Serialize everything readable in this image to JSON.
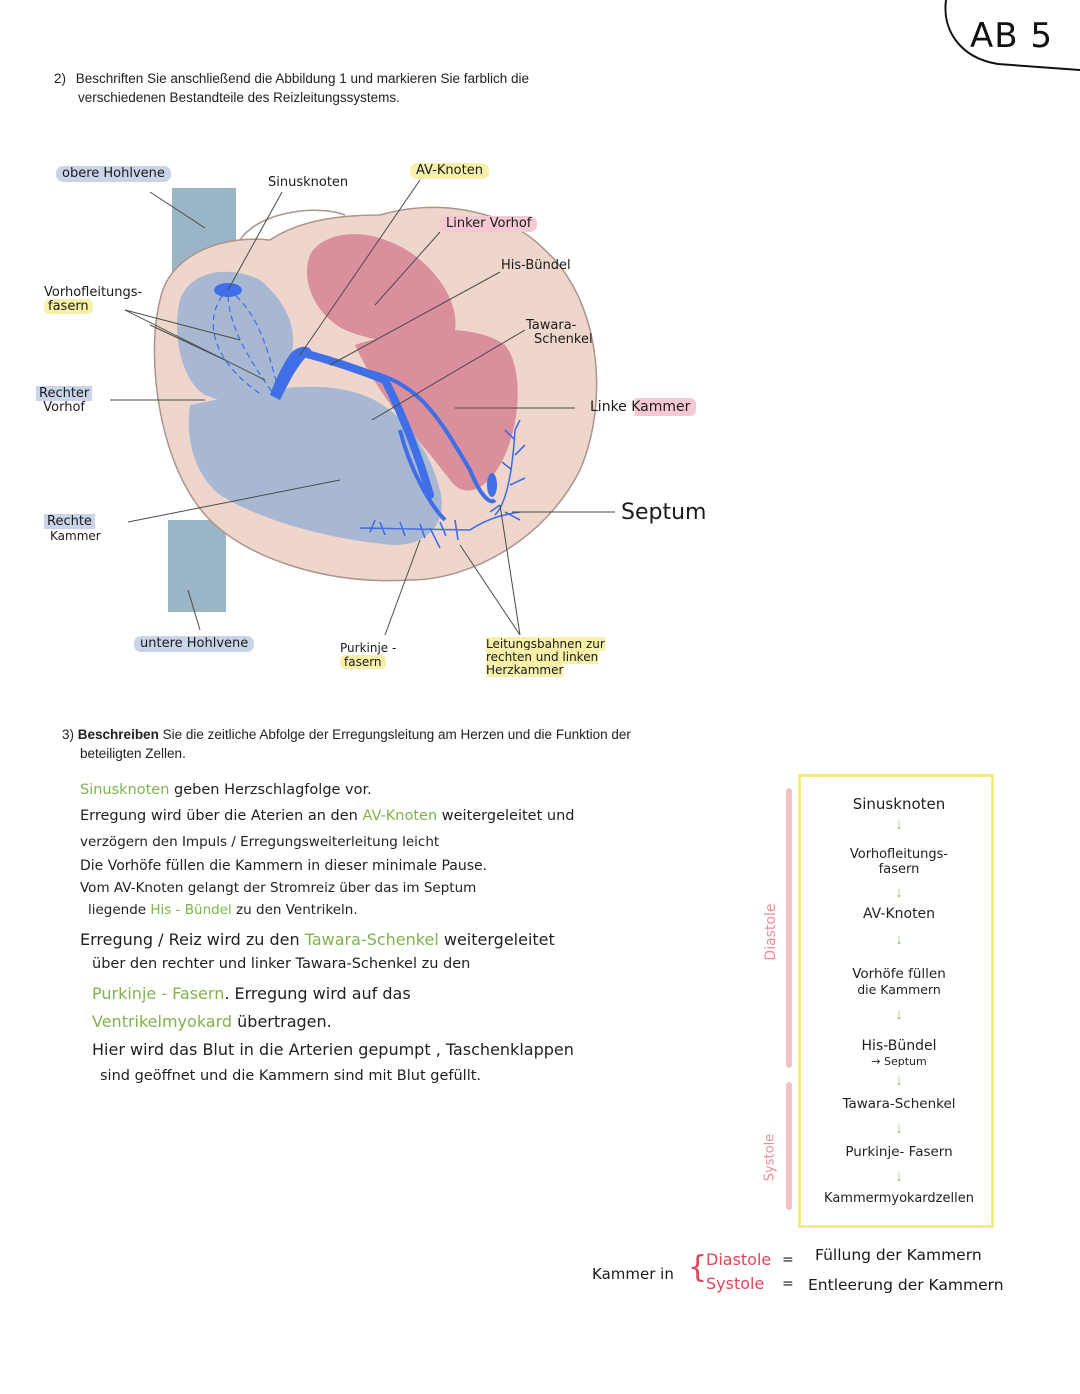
{
  "corner_tag": "AB 5",
  "task2": {
    "number": "2)",
    "line1": "Beschriften Sie anschließend die Abbildung 1 und markieren Sie farblich die",
    "line2": "verschiedenen Bestandteile des Reizleitungssystems."
  },
  "labels": {
    "obere_hohlvene": "obere Hohlvene",
    "sinusknoten": "Sinusknoten",
    "av_knoten": "AV-Knoten",
    "linker_vorhof": "Linker Vorhof",
    "his_buendel": "His-Bündel",
    "vorhofleitungsfasern_1": "Vorhofleitungs-",
    "vorhofleitungsfasern_2": "fasern",
    "tawara_1": "Tawara-",
    "tawara_2": "Schenkel",
    "rechter_vorhof_1": "Rechter",
    "rechter_vorhof_2": "Vorhof",
    "linke_kammer": "Linke Kammer",
    "septum": "Septum",
    "rechte_kammer_1": "Rechte",
    "rechte_kammer_2": "Kammer",
    "untere_hohlvene": "untere Hohlvene",
    "purkinje_1": "Purkinje -",
    "purkinje_2": "fasern",
    "leitungsbahnen_1": "Leitungsbahnen zur",
    "leitungsbahnen_2": "rechten und linken",
    "leitungsbahnen_3": "Herzkammer"
  },
  "task3": {
    "number": "3)",
    "verb": "Beschreiben",
    "rest": " Sie die zeitliche Abfolge der Erregungsleitung am Herzen und die Funktion der",
    "line2": "beteiligten Zellen."
  },
  "answer": {
    "l1_g": "Sinusknoten",
    "l1": " geben Herzschlagfolge vor.",
    "l2_a": "Erregung wird über die Aterien an den ",
    "l2_g": "AV-Knoten",
    "l2_b": " weitergeleitet und",
    "l3": "verzögern den Impuls / Erregungsweiterleitung leicht",
    "l4": "Die Vorhöfe füllen die Kammern in dieser minimale Pause.",
    "l5": "Vom AV-Knoten gelangt der Stromreiz über das im Septum",
    "l6_a": "liegende ",
    "l6_g": "His - Bündel",
    "l6_b": " zu den Ventrikeln.",
    "l7_a": "Erregung / Reiz wird zu den ",
    "l7_g": "Tawara-Schenkel",
    "l7_b": " weitergeleitet",
    "l8": "über den rechter und linker Tawara-Schenkel zu den",
    "l9_g": "Purkinje - Fasern",
    "l9": ". Erregung wird auf das",
    "l10_g": "Ventrikelmyokard",
    "l10": " übertragen.",
    "l11": "Hier wird das Blut in die Arterien gepumpt , Taschenklappen",
    "l12": "sind geöffnet und die Kammern sind mit Blut gefüllt."
  },
  "side": {
    "diastole": "Diastole",
    "systole": "Systole"
  },
  "flow": {
    "s1": "Sinusknoten",
    "s2a": "Vorhofleitungs-",
    "s2b": "fasern",
    "s3": "AV-Knoten",
    "s4a": "Vorhöfe füllen",
    "s4b": "die Kammern",
    "s5a": "His-Bündel",
    "s5b": "→ Septum",
    "s6": "Tawara-Schenkel",
    "s7": "Purkinje- Fasern",
    "s8": "Kammermyokardzellen",
    "arrow": "↓"
  },
  "legend": {
    "kammer_in": "Kammer in",
    "diastole": "Diastole",
    "systole": "Systole",
    "eq": "=",
    "diastole_def": "Füllung der Kammern",
    "systole_def": "Entleerung der Kammern"
  },
  "colors": {
    "vein_blue": "#9ab6c6",
    "chamber_blue": "#a9b8d2",
    "chamber_pink": "#d98f9c",
    "wall": "#efd6cc",
    "conduction": "#3f6ee6",
    "highlight_green": "#7fb24a",
    "red": "#e0465a"
  }
}
